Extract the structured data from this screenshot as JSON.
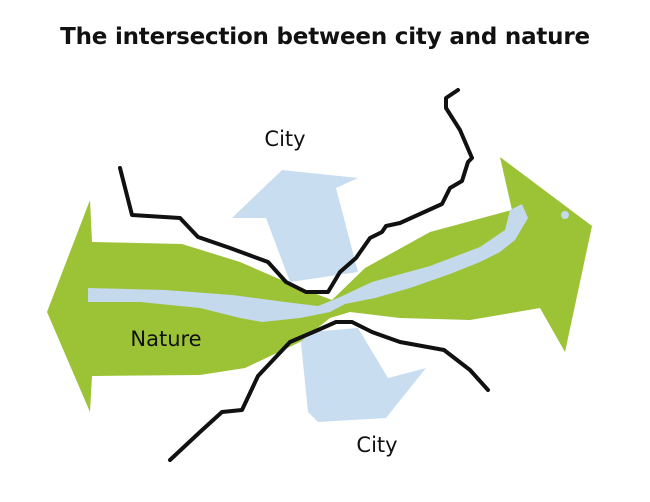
{
  "title": "The intersection between city and nature",
  "labels": {
    "city_top": "City",
    "city_bottom": "City",
    "nature": "Nature"
  },
  "colors": {
    "nature_green": "#9cc236",
    "river_blue": "#c4d9ec",
    "city_arrow_blue": "#c8ddf0",
    "boundary_line": "#111111"
  }
}
